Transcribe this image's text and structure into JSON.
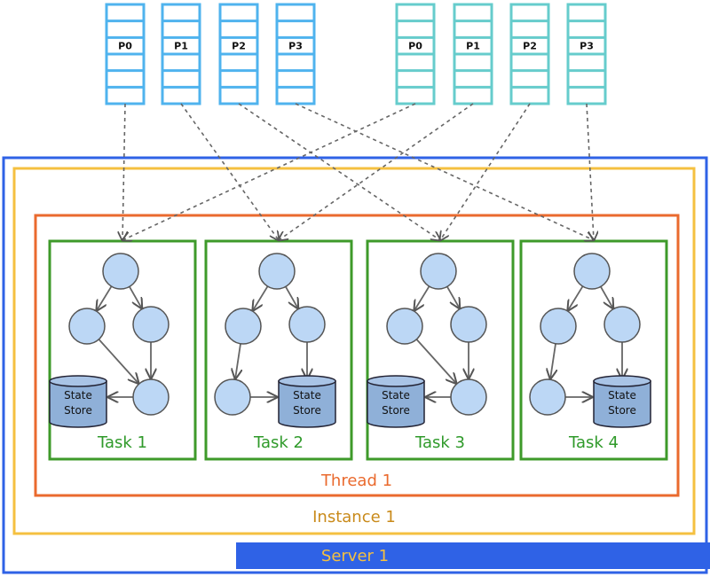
{
  "colors": {
    "topic_a": "#4fb3ee",
    "topic_b": "#66cccc",
    "server": "#2f62e6",
    "instance": "#f5c040",
    "thread": "#ea6a2e",
    "task": "#3e9a2a",
    "node_fill": "#bcd7f5",
    "store_fill": "#8fb0d8",
    "arrow": "#666666"
  },
  "topics": [
    {
      "partitions": [
        "P0",
        "P1",
        "P2",
        "P3"
      ]
    },
    {
      "partitions": [
        "P0",
        "P1",
        "P2",
        "P3"
      ]
    }
  ],
  "server": {
    "label": "Server 1"
  },
  "instance": {
    "label": "Instance 1"
  },
  "thread": {
    "label": "Thread 1"
  },
  "tasks": [
    {
      "label": "Task 1",
      "store_label": [
        "State",
        "Store"
      ]
    },
    {
      "label": "Task 2",
      "store_label": [
        "State",
        "Store"
      ]
    },
    {
      "label": "Task 3",
      "store_label": [
        "State",
        "Store"
      ]
    },
    {
      "label": "Task 4",
      "store_label": [
        "State",
        "Store"
      ]
    }
  ]
}
